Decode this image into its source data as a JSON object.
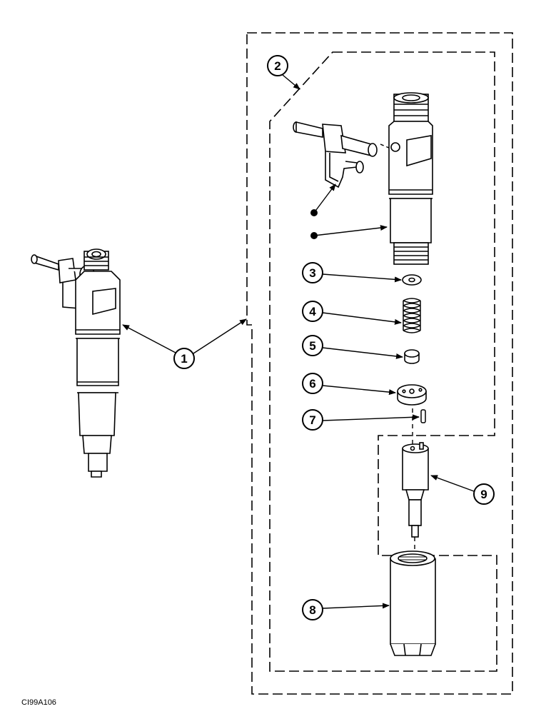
{
  "figure": {
    "code": "CI99A106",
    "callouts": [
      {
        "id": "callout-1",
        "label": "1"
      },
      {
        "id": "callout-2",
        "label": "2"
      },
      {
        "id": "callout-3",
        "label": "3"
      },
      {
        "id": "callout-4",
        "label": "4"
      },
      {
        "id": "callout-5",
        "label": "5"
      },
      {
        "id": "callout-6",
        "label": "6"
      },
      {
        "id": "callout-7",
        "label": "7"
      },
      {
        "id": "callout-8",
        "label": "8"
      },
      {
        "id": "callout-9",
        "label": "9"
      }
    ]
  }
}
